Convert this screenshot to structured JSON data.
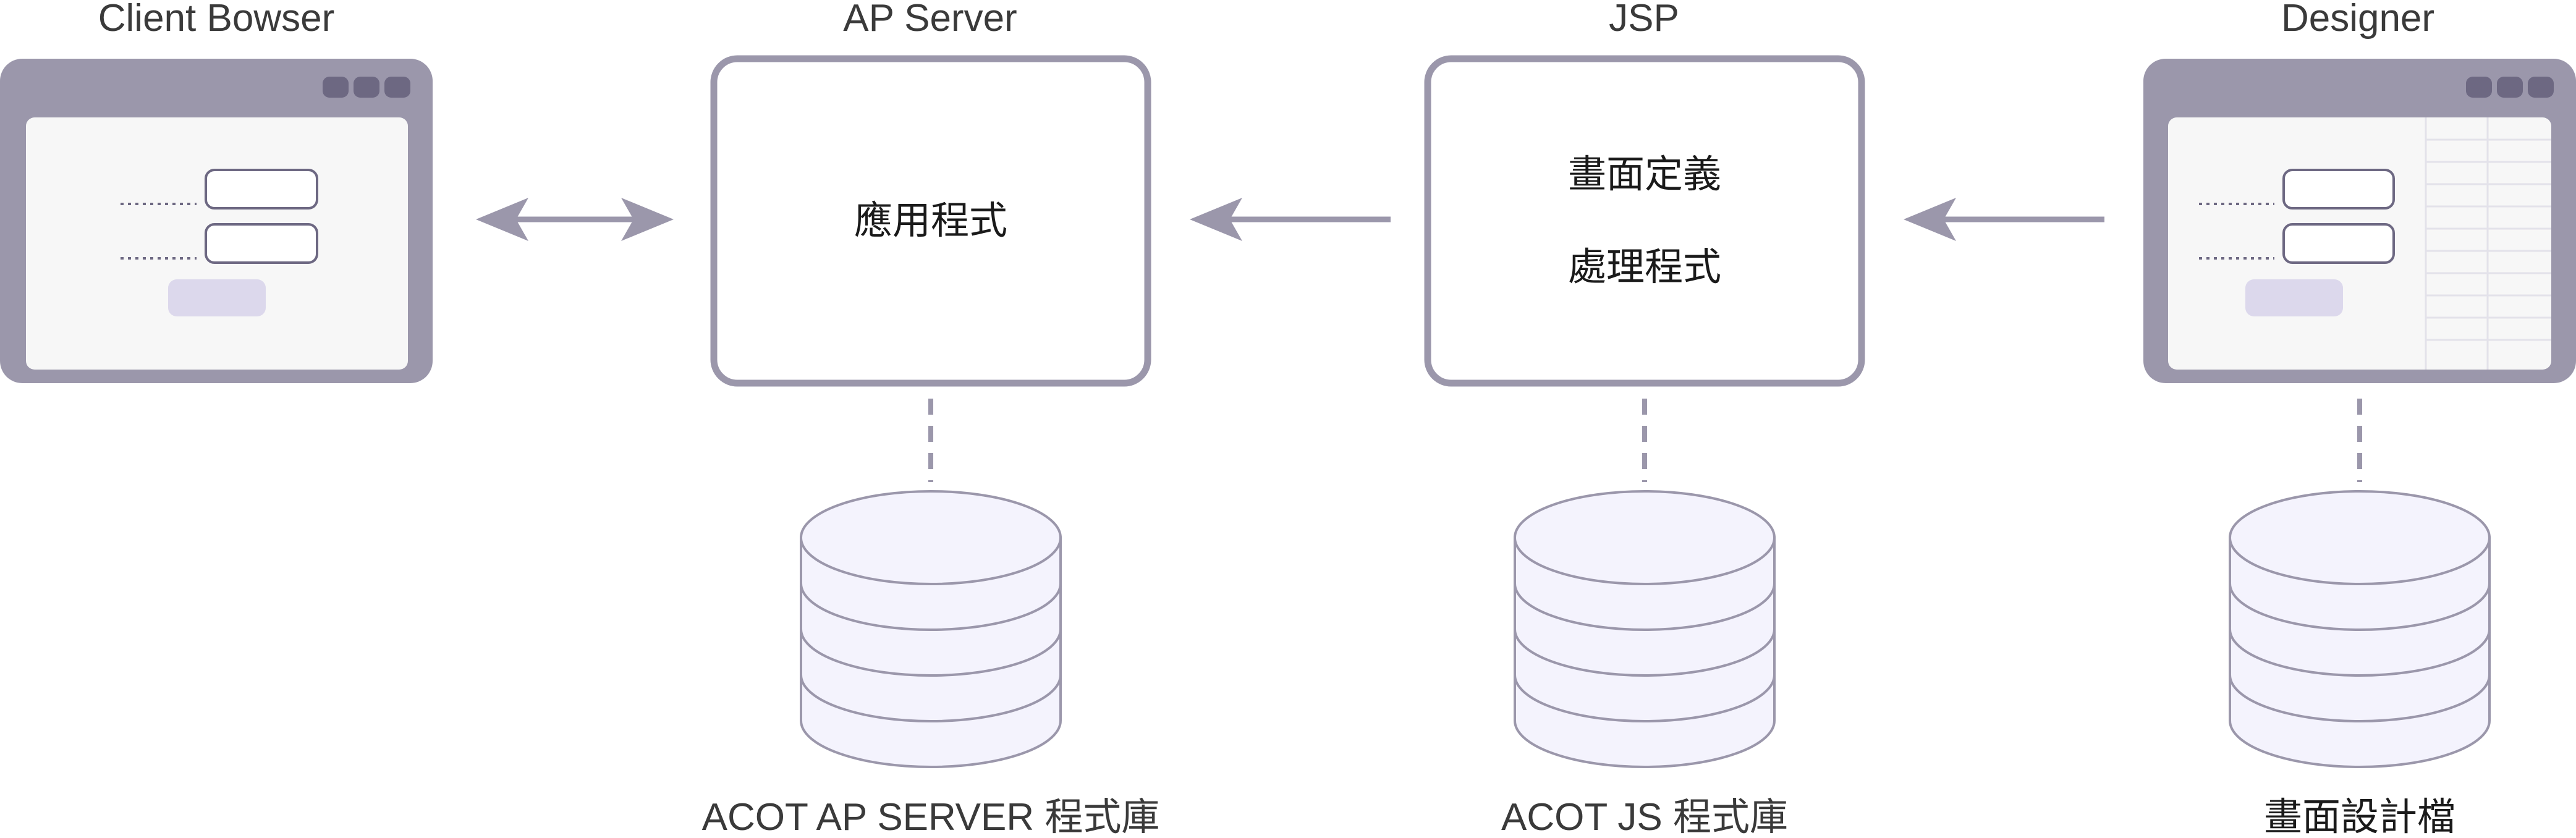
{
  "colors": {
    "frame": "#9b97ab",
    "frame_dark": "#6d6882",
    "content_bg": "#f7f7f7",
    "button": "#dcd8ec",
    "db_fill": "#f4f3fd",
    "db_stroke": "#9b97ab",
    "box_stroke": "#9b97ab",
    "arrow": "#9b97ab",
    "text": "#3a3a3a"
  },
  "nodes": {
    "client": {
      "title": "Client Bowser"
    },
    "ap_server": {
      "title": "AP Server",
      "content": "應用程式"
    },
    "jsp": {
      "title": "JSP",
      "content_1": "畫面定義",
      "content_2": "處理程式"
    },
    "designer": {
      "title": "Designer"
    }
  },
  "databases": {
    "ap": {
      "label": "ACOT AP SERVER 程式庫"
    },
    "js": {
      "label": "ACOT JS 程式庫"
    },
    "designer": {
      "label": "畫面設計檔"
    }
  },
  "edges": [
    {
      "from": "client",
      "to": "ap_server",
      "type": "bidirectional"
    },
    {
      "from": "jsp",
      "to": "ap_server",
      "type": "directed"
    },
    {
      "from": "designer",
      "to": "jsp",
      "type": "directed"
    }
  ]
}
